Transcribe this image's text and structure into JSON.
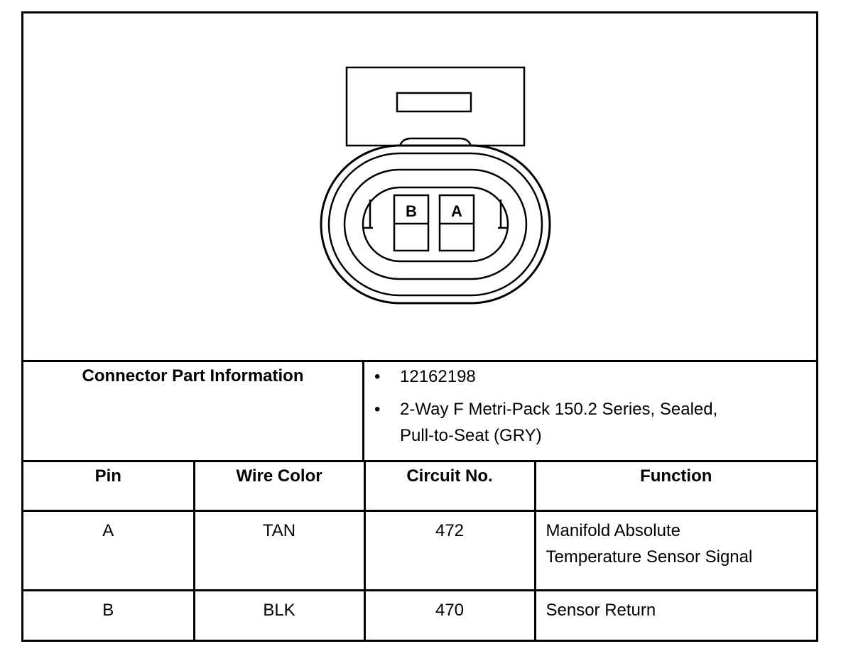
{
  "connector": {
    "cavity_labels": [
      "B",
      "A"
    ]
  },
  "part_info": {
    "label": "Connector Part Information",
    "bullet": "•",
    "items": [
      {
        "line1": "12162198",
        "line2": ""
      },
      {
        "line1": "2-Way F Metri-Pack 150.2 Series, Sealed,",
        "line2": "Pull-to-Seat (GRY)"
      }
    ]
  },
  "pin_table": {
    "headers": [
      "Pin",
      "Wire Color",
      "Circuit No.",
      "Function"
    ],
    "rows": [
      {
        "pin": "A",
        "wire_color": "TAN",
        "circuit": "472",
        "function_line1": "Manifold Absolute",
        "function_line2": "Temperature Sensor Signal"
      },
      {
        "pin": "B",
        "wire_color": "BLK",
        "circuit": "470",
        "function_line1": "Sensor Return",
        "function_line2": ""
      }
    ]
  }
}
